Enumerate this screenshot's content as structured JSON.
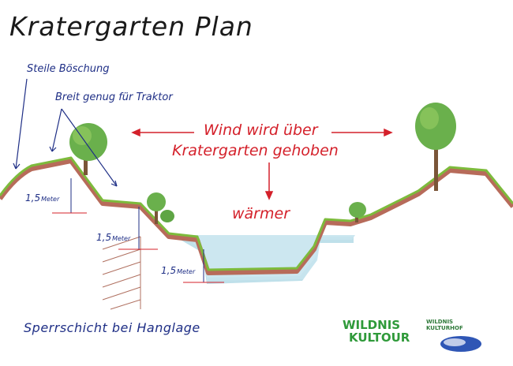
{
  "title": "Kratergarten Plan",
  "labels": {
    "steile_boeschung": "Steile Böschung",
    "breit_genug": "Breit genug für Traktor",
    "wind_line1": "Wind wird über",
    "wind_line2": "Kratergarten gehoben",
    "waermer": "wärmer"
  },
  "measurements": [
    {
      "value": "1,5",
      "unit": "Meter"
    },
    {
      "value": "1,5",
      "unit": "Meter"
    },
    {
      "value": "1,5",
      "unit": "Meter"
    }
  ],
  "footer": "Sperrschicht bei Hanglage",
  "logos": {
    "wildnis_kultour": {
      "line1": "WILDNIS",
      "line2": "KULTOUR"
    },
    "wildnis_kulturhof": {
      "line1": "WILDNIS",
      "line2": "KULTURHOF"
    }
  },
  "colors": {
    "soil": "#b76b5a",
    "grass": "#7dbb3c",
    "water": "#bfe0ea",
    "text_blue": "#1f2f86",
    "text_red": "#d4202a",
    "logo_green": "#2f9a3a"
  }
}
